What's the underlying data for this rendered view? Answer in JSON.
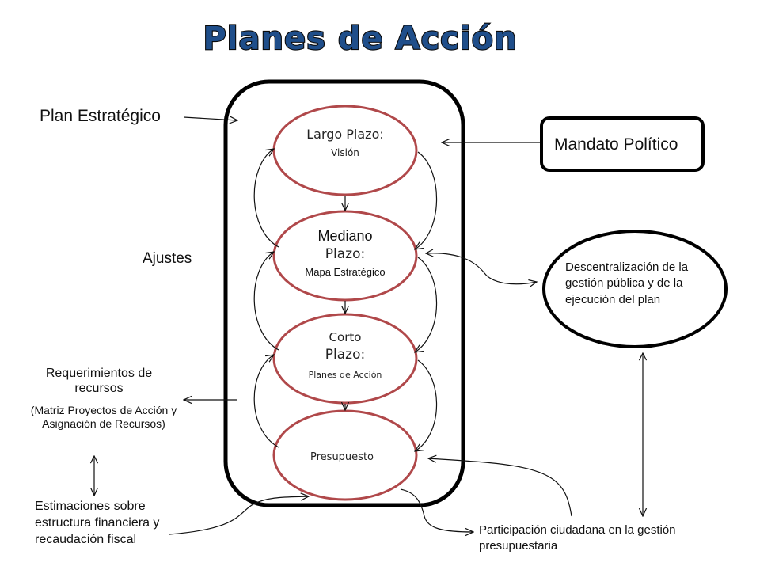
{
  "title": "Planes de Acción",
  "left": {
    "plan_estrategico": "Plan Estratégico",
    "ajustes": "Ajustes",
    "requerimientos_title": "Requerimientos de recursos",
    "requerimientos_detail": "(Matriz Proyectos de Acción y Asignación de Recursos)",
    "estimaciones": "Estimaciones sobre estructura financiera y recaudación fiscal"
  },
  "ovals": {
    "largo_title": "Largo Plazo:",
    "largo_sub": "Visión",
    "mediano_title": "Mediano",
    "mediano_title2": "Plazo:",
    "mediano_sub": "Mapa Estratégico",
    "corto_title": "Corto",
    "corto_title2": "Plazo:",
    "corto_sub": "Planes de Acción",
    "presupuesto": "Presupuesto"
  },
  "right": {
    "mandato": "Mandato Político",
    "descentralizacion": "Descentralización de la gestión pública y de la ejecución del plan",
    "participacion": "Participación ciudadana en la gestión presupuestaria"
  },
  "colors": {
    "title_fill": "#1f4e8a",
    "oval_border": "#b0484a",
    "line": "#111111"
  }
}
